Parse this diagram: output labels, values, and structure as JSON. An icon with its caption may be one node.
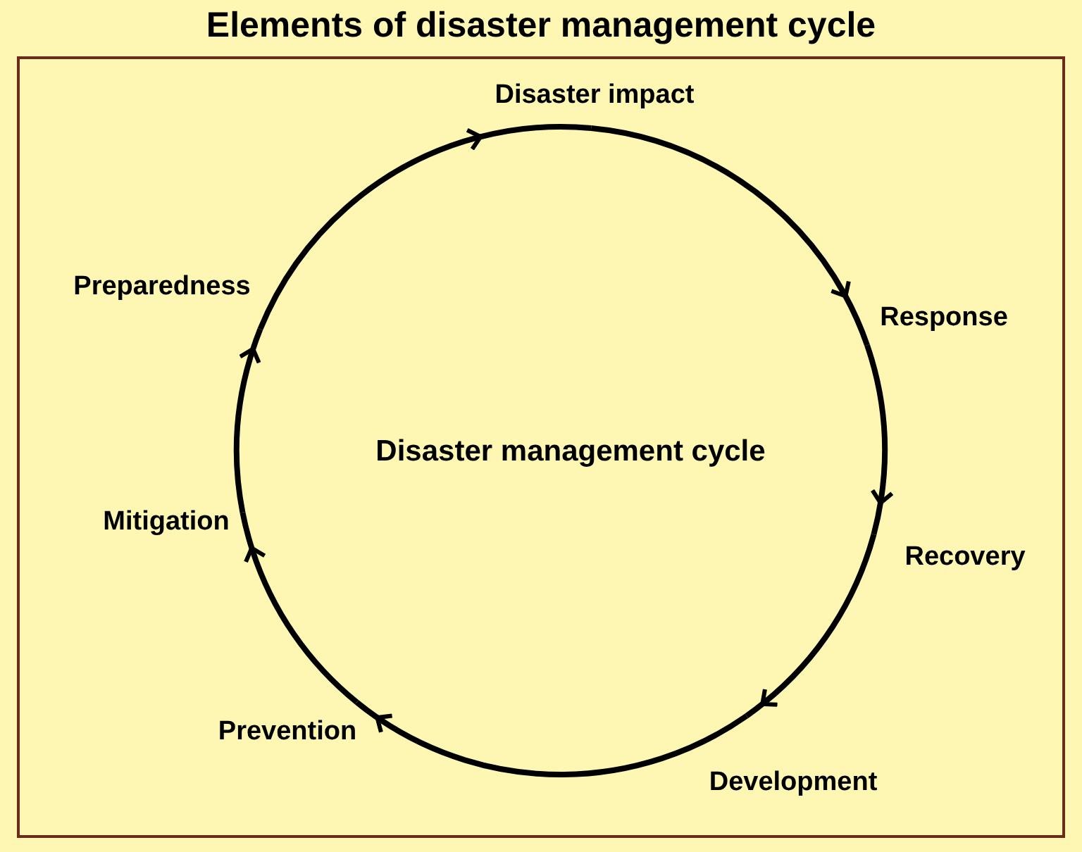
{
  "diagram": {
    "title": "Elements of disaster management cycle",
    "nodes": [
      {
        "text": [
          "Disaster impact"
        ]
      },
      {
        "text": [
          "Response"
        ]
      },
      {
        "text": [
          "Recovery"
        ]
      },
      {
        "text": [
          "Development"
        ]
      },
      {
        "text": [
          "Prevention"
        ]
      },
      {
        "text": [
          "Mitigation"
        ]
      },
      {
        "text": [
          "Preparedness"
        ]
      }
    ],
    "edges": [
      {
        "from": 0,
        "to": 1,
        "arrow": "to"
      },
      {
        "from": 1,
        "to": 2,
        "arrow": "to"
      },
      {
        "from": 2,
        "to": 3,
        "arrow": "to"
      },
      {
        "from": 3,
        "to": 4,
        "arrow": "to"
      },
      {
        "from": 4,
        "to": 5,
        "arrow": "to"
      },
      {
        "from": 5,
        "to": 6,
        "arrow": "to"
      },
      {
        "from": 6,
        "to": 0,
        "arrow": "to"
      }
    ],
    "labels": [
      "Disaster management cycle"
    ]
  }
}
